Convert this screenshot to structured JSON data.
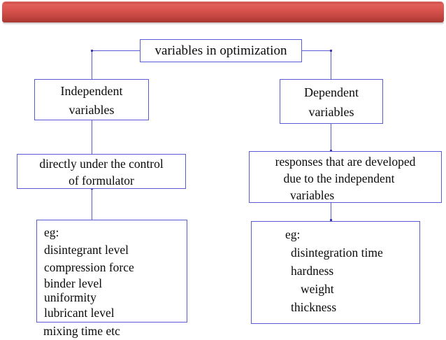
{
  "slide": {
    "banner": {
      "color_top": "#e0605a",
      "color_bottom": "#a93630"
    },
    "connector_color": "#5b5bd6",
    "box_border_color": "#5b5bd6",
    "text_color": "#0a0a0a"
  },
  "chart_data": {
    "type": "diagram",
    "title": "variables in optimization",
    "nodes": [
      {
        "id": "root",
        "label": "variables in optimization"
      },
      {
        "id": "independent",
        "label": "Independent variables"
      },
      {
        "id": "dependent",
        "label": "Dependent variables"
      },
      {
        "id": "ind-desc",
        "label": "directly under the control of formulator"
      },
      {
        "id": "dep-desc",
        "label": "responses that are developed due to the independent variables"
      },
      {
        "id": "ind-list",
        "label": "eg: disintegrant level, compression force, binder level, uniformity, lubricant level, mixing time etc"
      },
      {
        "id": "dep-list",
        "label": "eg: disintegration time, hardness, weight, thickness"
      }
    ],
    "edges": [
      {
        "from": "root",
        "to": "independent"
      },
      {
        "from": "root",
        "to": "dependent"
      },
      {
        "from": "independent",
        "to": "ind-desc"
      },
      {
        "from": "dependent",
        "to": "dep-desc"
      },
      {
        "from": "ind-desc",
        "to": "ind-list"
      },
      {
        "from": "dep-desc",
        "to": "dep-list"
      }
    ]
  },
  "root": {
    "title": "variables in optimization"
  },
  "independent": {
    "line1": "Independent",
    "line2": "variables"
  },
  "dependent": {
    "line1": "Dependent",
    "line2": "variables"
  },
  "independent_desc": {
    "line1": "directly under the control",
    "line2": "of formulator"
  },
  "dependent_desc": {
    "line1": "responses that are developed",
    "line2": "due to the independent",
    "line3": "variables"
  },
  "independent_list": {
    "line1": "eg:",
    "line2": "disintegrant level",
    "line3": "compression force",
    "line4": "binder level",
    "line5": "uniformity",
    "line6": "lubricant level",
    "line7": "mixing time etc"
  },
  "dependent_list": {
    "line1": "eg:",
    "line2": "disintegration time",
    "line3": "hardness",
    "line4": "weight",
    "line5": "thickness"
  }
}
